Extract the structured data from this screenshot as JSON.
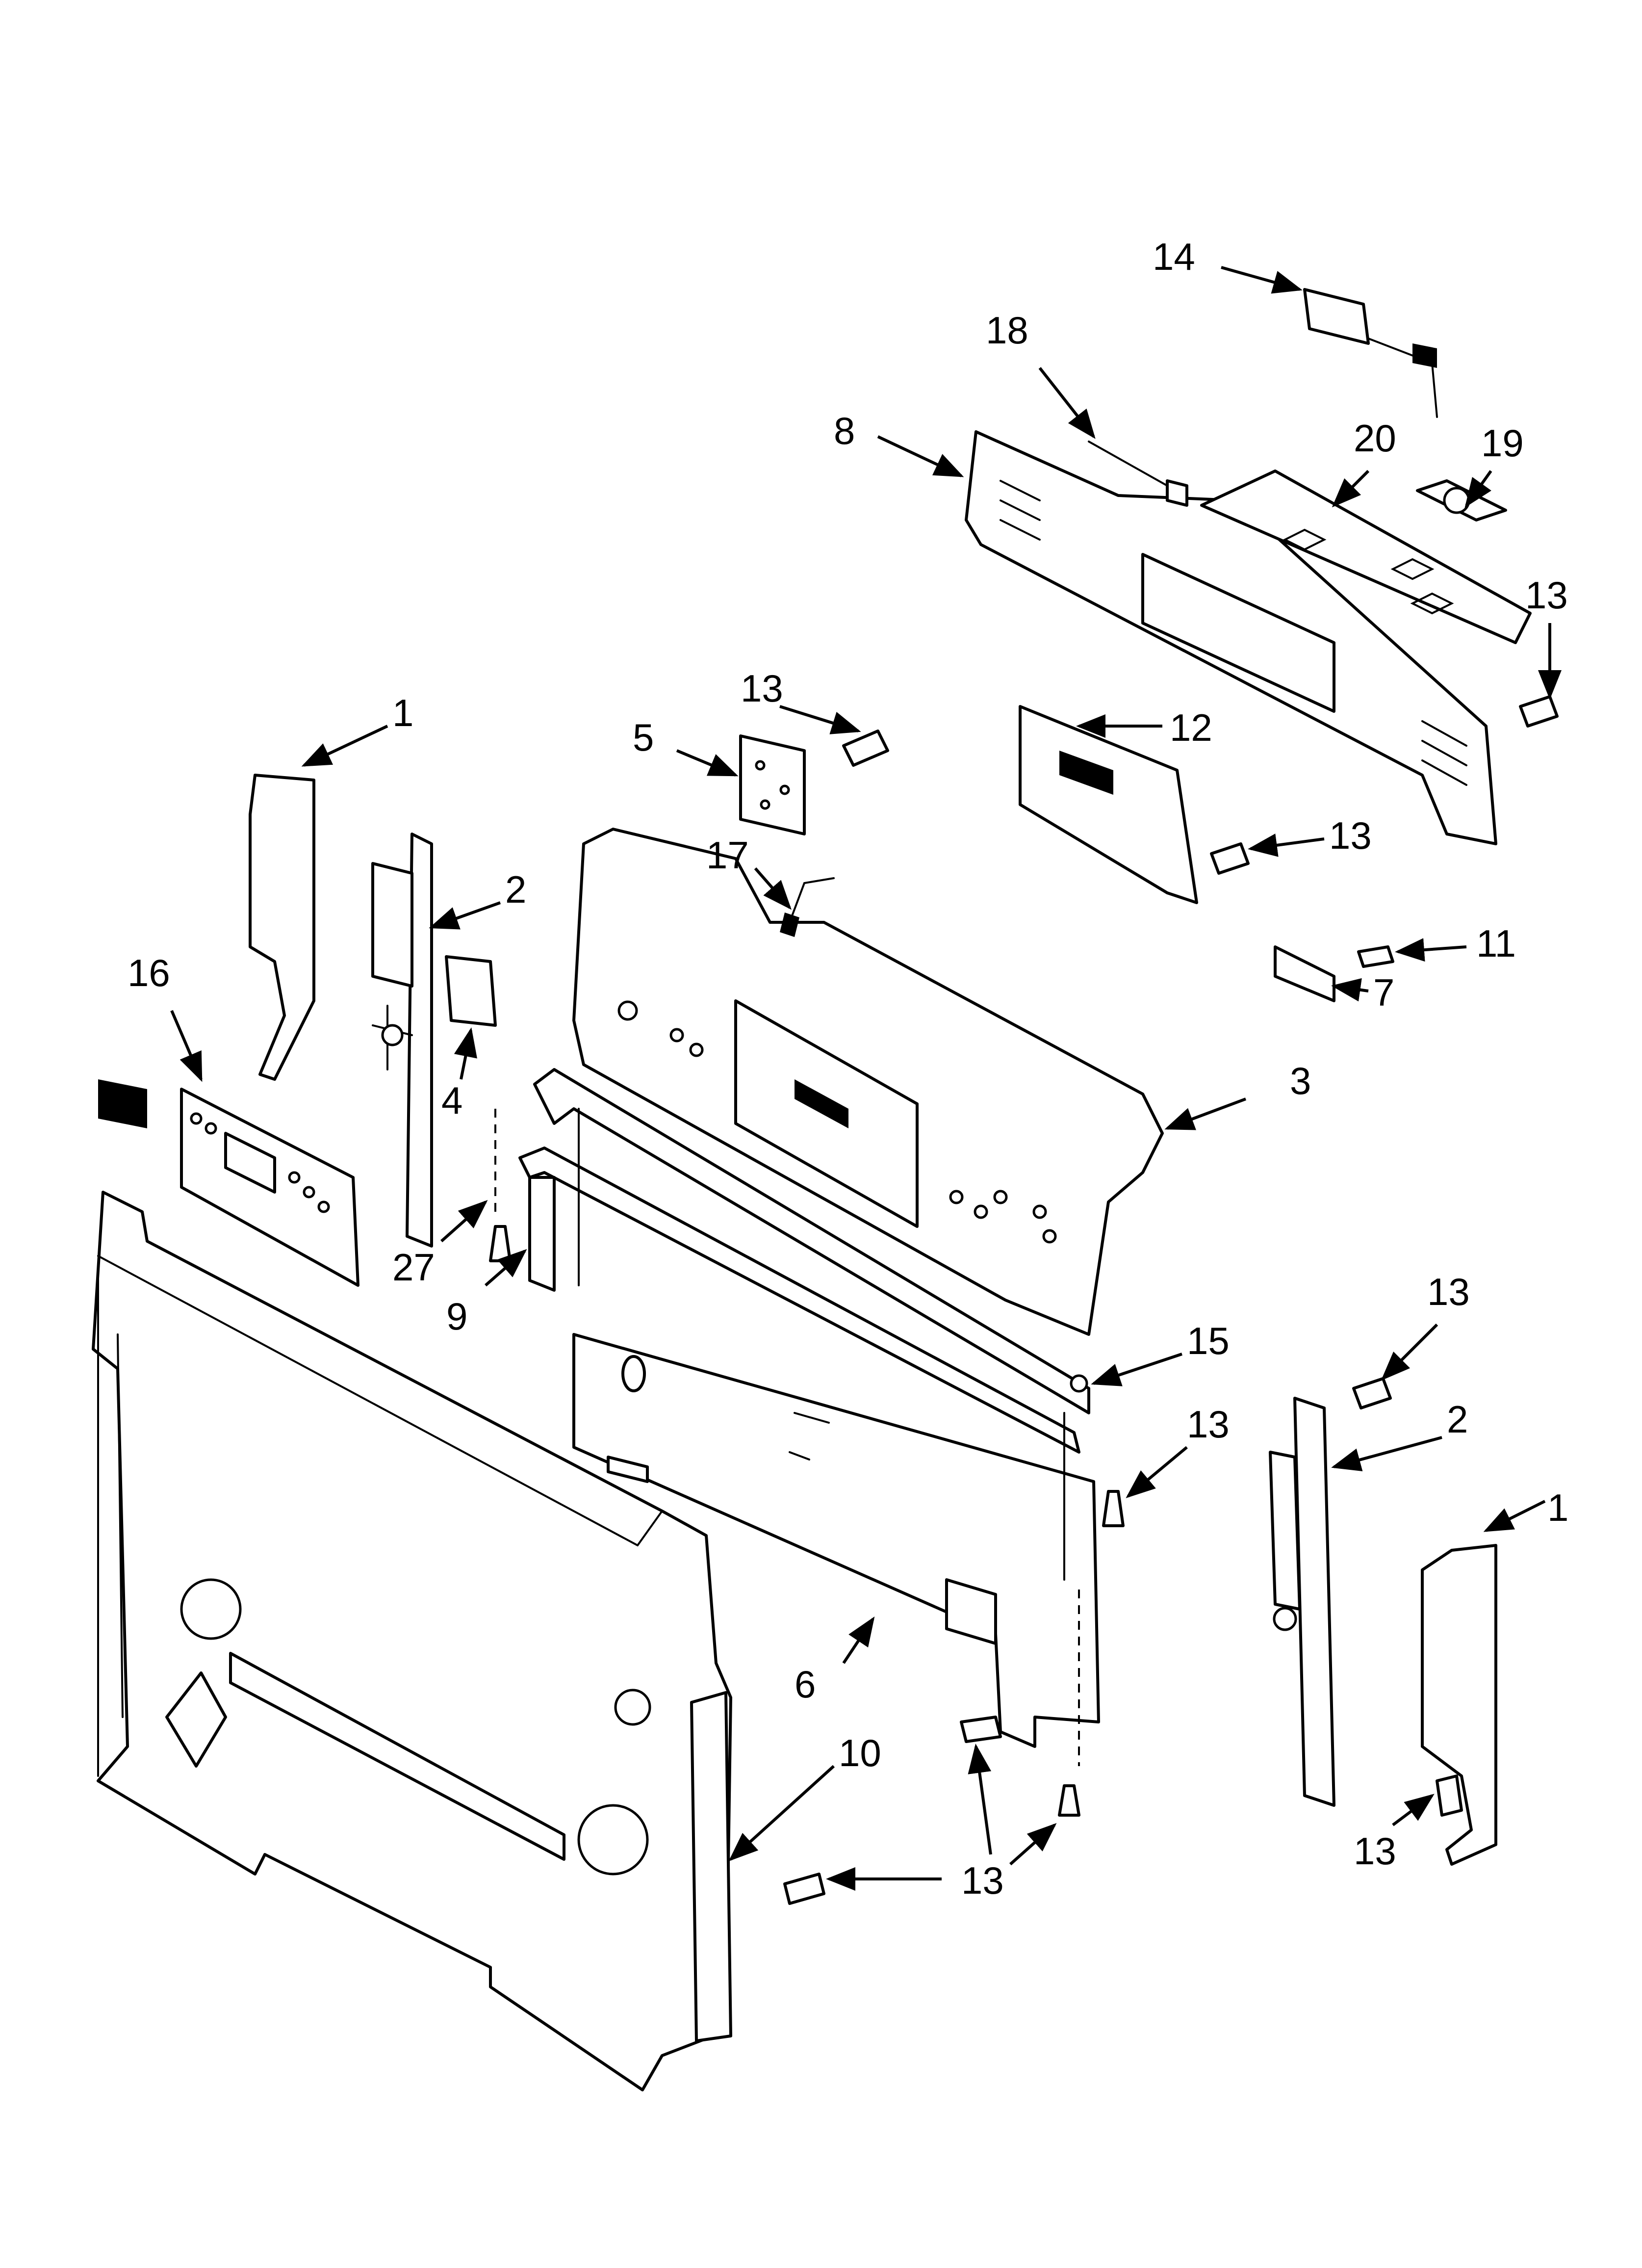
{
  "callouts": {
    "c1": "1",
    "c2": "2",
    "c3": "3",
    "c4": "4",
    "c5": "5",
    "c6": "6",
    "c7": "7",
    "c8": "8",
    "c9": "9",
    "c10": "10",
    "c11": "11",
    "c12": "12",
    "c13": "13",
    "c14": "14",
    "c15": "15",
    "c16": "16",
    "c17": "17",
    "c18": "18",
    "c19": "19",
    "c20": "20",
    "c27": "27"
  },
  "colors": {
    "line": "#000000",
    "background": "#ffffff"
  }
}
